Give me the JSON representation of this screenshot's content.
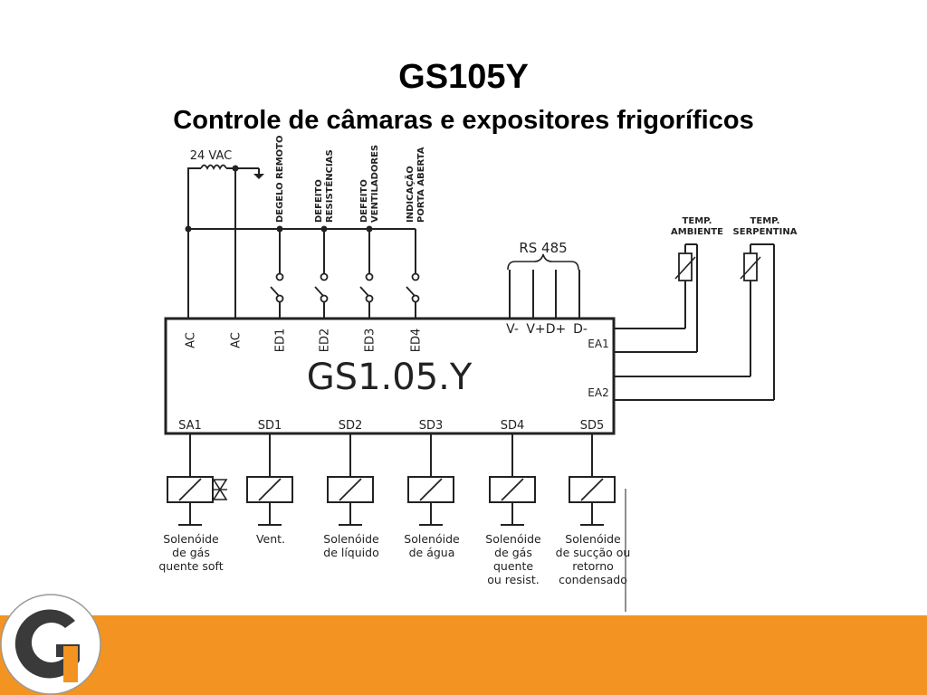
{
  "page": {
    "title": "GS105Y",
    "subtitle": "Controle de câmaras e expositores frigoríficos"
  },
  "colors": {
    "footer": "#f39322",
    "logo_dark": "#3a3a3a",
    "line": "#222222"
  },
  "diagram": {
    "supply_label": "24 VAC",
    "device_label": "GS1.05.Y",
    "rs485_label": "RS 485",
    "digital_inputs": [
      {
        "terminal": "ED1",
        "label_lines": [
          "DEGELO REMOTO"
        ]
      },
      {
        "terminal": "ED2",
        "label_lines": [
          "DEFEITO",
          "RESISTÊNCIAS"
        ]
      },
      {
        "terminal": "ED3",
        "label_lines": [
          "DEFEITO",
          "VENTILADORES"
        ]
      },
      {
        "terminal": "ED4",
        "label_lines": [
          "INDICAÇÃO",
          "PORTA ABERTA"
        ]
      }
    ],
    "power_terminals": [
      "AC",
      "AC"
    ],
    "rs485_terminals": [
      "V-",
      "V+",
      "D+",
      "D-"
    ],
    "analog_inputs": [
      {
        "terminal": "EA1",
        "label_lines": [
          "TEMP.",
          "AMBIENTE"
        ]
      },
      {
        "terminal": "EA2",
        "label_lines": [
          "TEMP.",
          "SERPENTINA"
        ]
      }
    ],
    "outputs": [
      {
        "terminal": "SA1",
        "label_lines": [
          "Solenóide",
          "de gás",
          "quente soft"
        ]
      },
      {
        "terminal": "SD1",
        "label_lines": [
          "Vent."
        ]
      },
      {
        "terminal": "SD2",
        "label_lines": [
          "Solenóide",
          "de líquido"
        ]
      },
      {
        "terminal": "SD3",
        "label_lines": [
          "Solenóide",
          "de água"
        ]
      },
      {
        "terminal": "SD4",
        "label_lines": [
          "Solenóide",
          "de gás",
          "quente",
          "ou resist."
        ]
      },
      {
        "terminal": "SD5",
        "label_lines": [
          "Solenóide",
          "de sucção ou",
          "retorno",
          "condensado"
        ]
      }
    ]
  }
}
